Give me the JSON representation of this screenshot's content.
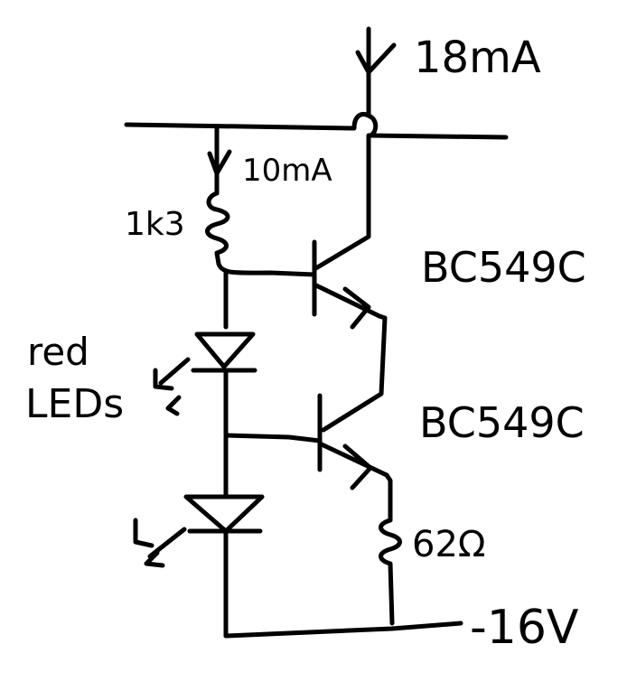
{
  "colors": {
    "ink": "#000000",
    "paper": "#ffffff"
  },
  "labels": {
    "supply_current": "18mA",
    "branch_current": "10mA",
    "resistor_top": "1k3",
    "transistor_top": "BC549C",
    "transistor_bottom": "BC549C",
    "led_line1": "red",
    "led_line2": "LEDs",
    "resistor_bottom": "62Ω",
    "supply_voltage": "-16V"
  }
}
